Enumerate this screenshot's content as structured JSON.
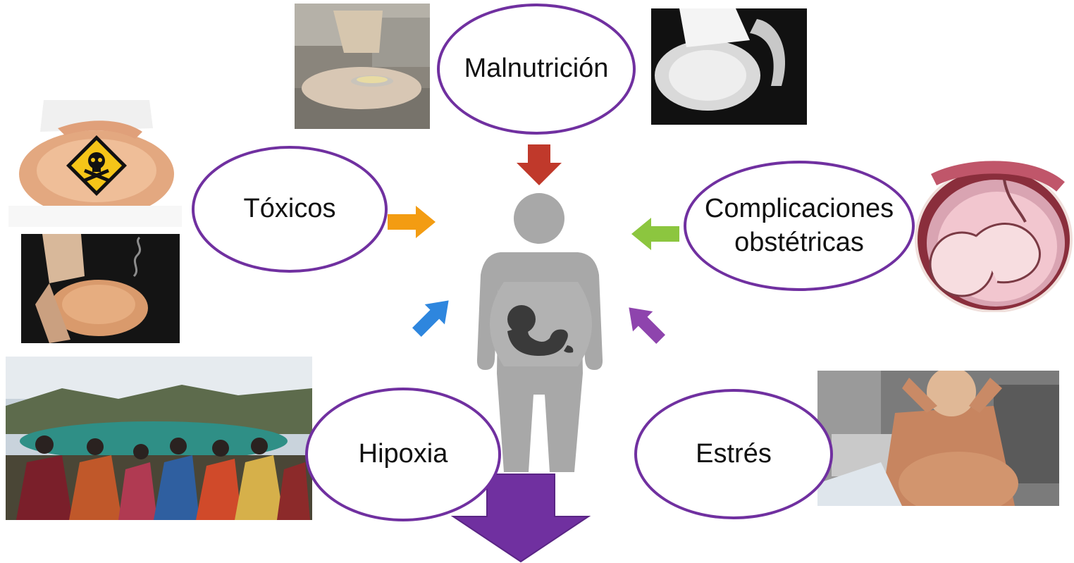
{
  "factors": {
    "malnutrition": "Malnutrición",
    "toxics": "Tóxicos",
    "obstetric_line1": "Complicaciones",
    "obstetric_line2": "obstétricas",
    "hypoxia": "Hipoxia",
    "stress": "Estrés"
  },
  "colors": {
    "oval_border": "#7030a0",
    "arrow_malnutrition": "#c0392b",
    "arrow_toxics": "#f39c12",
    "arrow_obstetric": "#8cc63f",
    "arrow_hypoxia": "#2e86de",
    "arrow_stress": "#8e44ad",
    "arrow_outcome": "#7030a0",
    "figure": "#a8a8a8",
    "fetus": "#3a3a3a"
  },
  "icons": {
    "center": "pregnant-woman-icon",
    "toxic_badge": "skull-crossbones-warning-icon"
  }
}
